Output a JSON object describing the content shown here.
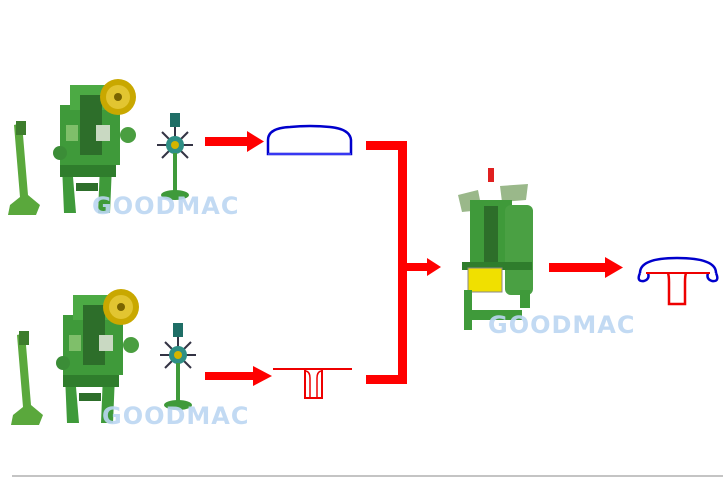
{
  "diagram": {
    "title_hidden": null,
    "watermarks": [
      "GOODMAC",
      "GOODMAC",
      "GOODMAC"
    ],
    "colors": {
      "arrow": "#ff0000",
      "cap_outline": "#0000cc",
      "shank_outline": "#ee0000",
      "machine_green": "#3f9a3a",
      "watermark": "#bcd6f2",
      "baseline": "#888888"
    },
    "nodes": [
      {
        "id": "cap-heading-machine",
        "kind": "machine"
      },
      {
        "id": "rivet-cap",
        "kind": "part"
      },
      {
        "id": "shank-heading-machine",
        "kind": "machine"
      },
      {
        "id": "rivet-shank",
        "kind": "part"
      },
      {
        "id": "assembly-press",
        "kind": "machine"
      },
      {
        "id": "assembled-rivet",
        "kind": "part"
      }
    ]
  }
}
